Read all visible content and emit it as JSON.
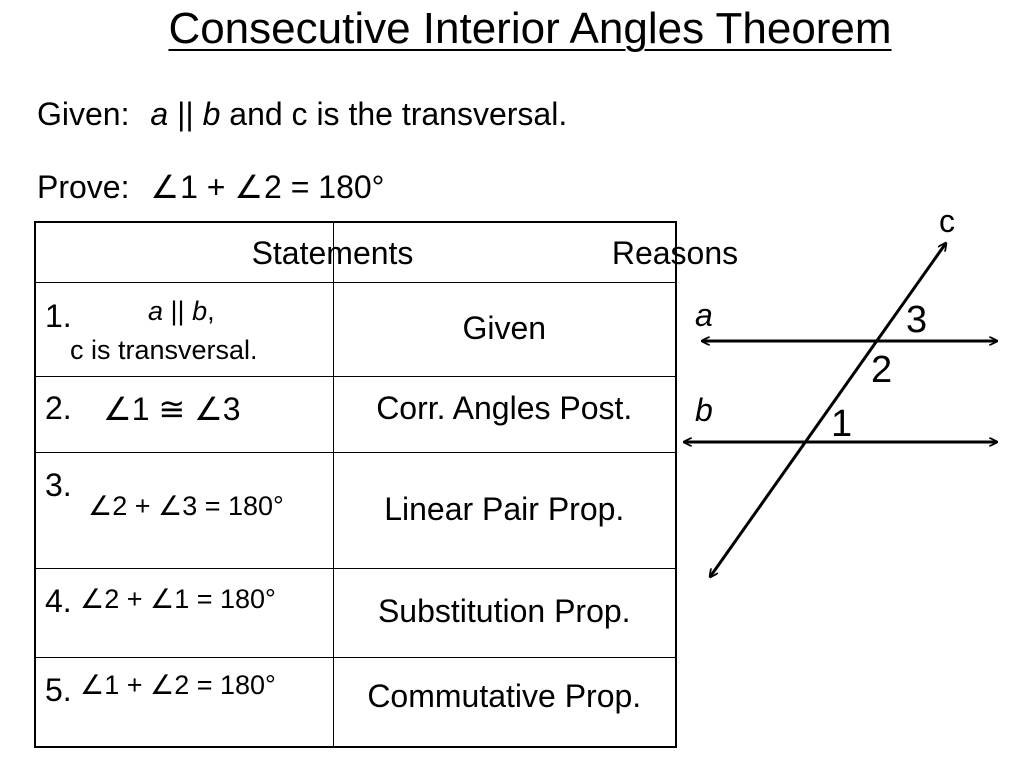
{
  "title": "Consecutive Interior Angles Theorem",
  "given": {
    "label": "Given:",
    "line_a": "a",
    "parallel": "||",
    "line_b": "b",
    "rest": "and c is the transversal."
  },
  "prove": {
    "label": "Prove:",
    "angle_symbol": "∠",
    "statement_part1": "1 + ",
    "statement_part2": "2 = 180°"
  },
  "table": {
    "headers": {
      "statements": "Statements",
      "reasons": "Reasons"
    },
    "rows": [
      {
        "num": "1.",
        "stmt_a": "a",
        "stmt_par": " || ",
        "stmt_b": "b",
        "stmt_comma": ",",
        "stmt_line2": "c is transversal.",
        "reason": "Given"
      },
      {
        "num": "2.",
        "stmt": "∠1 ≅ ∠3",
        "reason": "Corr. Angles Post."
      },
      {
        "num": "3.",
        "stmt": "∠2 + ∠3 = 180°",
        "reason": "Linear Pair Prop."
      },
      {
        "num": "4.",
        "stmt": "∠2 + ∠1 = 180°",
        "reason": "Substitution Prop."
      },
      {
        "num": "5.",
        "stmt": "∠1 + ∠2 = 180°",
        "reason": "Commutative Prop."
      }
    ]
  },
  "diagram": {
    "line_labels": {
      "a": "a",
      "b": "b",
      "c": "c"
    },
    "angle_labels": {
      "one": "1",
      "two": "2",
      "three": "3"
    }
  }
}
